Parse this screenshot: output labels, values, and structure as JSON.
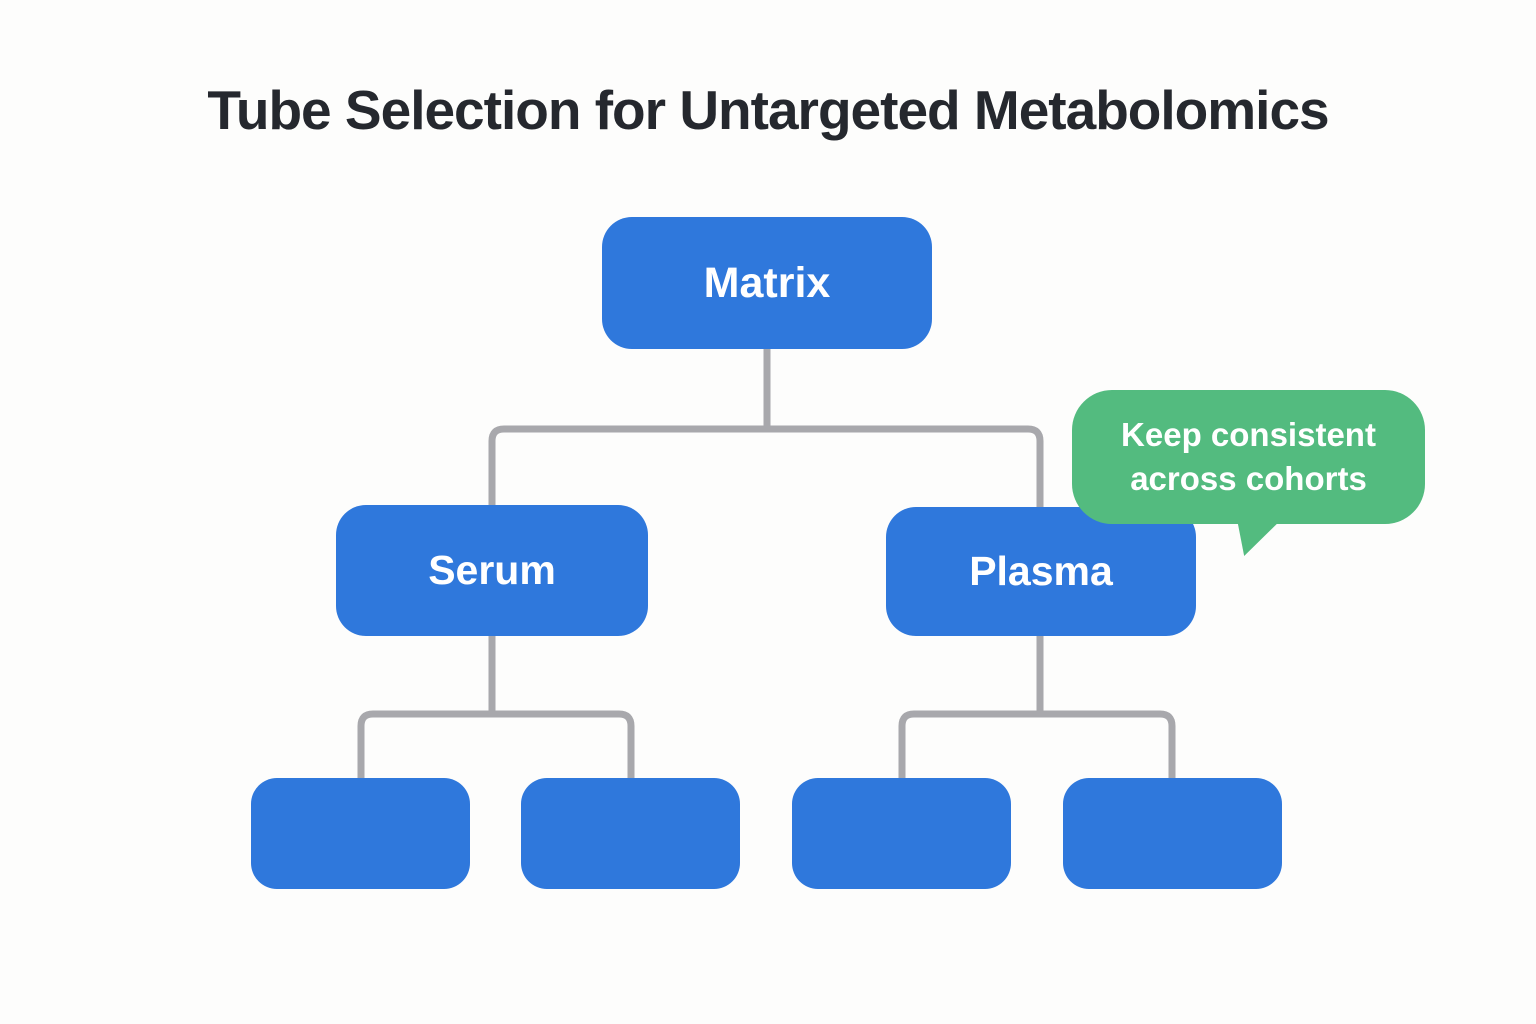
{
  "page": {
    "title": "Tube Selection for Untargeted Metabolomics"
  },
  "diagram": {
    "type": "tree",
    "structure": "Matrix -> (Serum, Plasma); Serum -> (2 unlabeled tube options); Plasma -> (2 unlabeled tube options)"
  },
  "nodes": {
    "matrix": {
      "label": "Matrix"
    },
    "serum": {
      "label": "Serum"
    },
    "plasma": {
      "label": "Plasma"
    },
    "serum_child_1": {
      "label": ""
    },
    "serum_child_2": {
      "label": ""
    },
    "plasma_child_1": {
      "label": ""
    },
    "plasma_child_2": {
      "label": ""
    }
  },
  "callout": {
    "line1": "Keep consistent",
    "line2": "across cohorts",
    "full_text": "Keep consistent across cohorts",
    "attached_to": "plasma"
  },
  "colors": {
    "node_blue": "#2f78dc",
    "callout_green": "#53bb7f",
    "connector_gray": "#a8a8ac",
    "title_color": "#25282e",
    "node_text": "#ffffff",
    "background": "#fdfdfc"
  }
}
